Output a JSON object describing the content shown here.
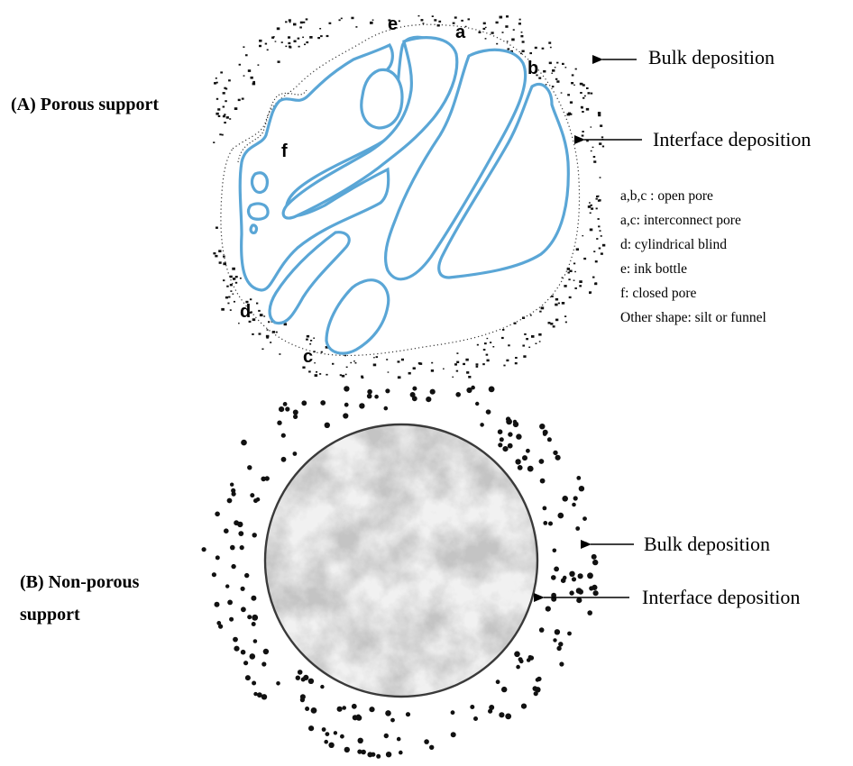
{
  "panel_a": {
    "title": "(A) Porous support",
    "bulk_label": "Bulk deposition",
    "interface_label": "Interface deposition",
    "pore_letters": {
      "a": "a",
      "b": "b",
      "c": "c",
      "d": "d",
      "e": "e",
      "f": "f"
    },
    "legend": [
      "a,b,c : open pore",
      "a,c: interconnect pore",
      "d: cylindrical blind",
      "e: ink bottle",
      "f: closed pore",
      "Other shape: silt or funnel"
    ]
  },
  "panel_b": {
    "title_line1": "(B) Non-porous",
    "title_line2": "support",
    "bulk_label": "Bulk deposition",
    "interface_label": "Interface deposition"
  },
  "colors": {
    "pore_outline": "#5aa6d6",
    "dots": "#111111",
    "ink": "#000000"
  }
}
